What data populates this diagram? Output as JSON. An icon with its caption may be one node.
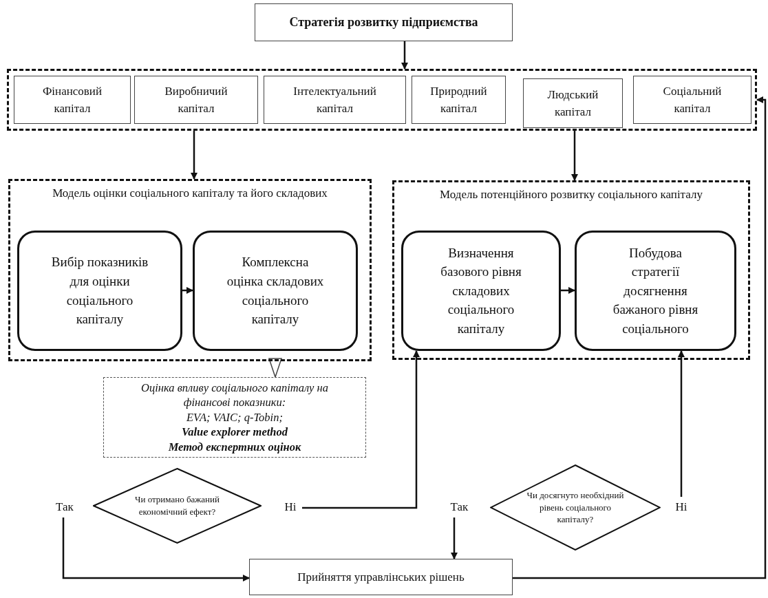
{
  "diagram": {
    "nodes": [
      {
        "text": [
          "Стратегія розвитку підприємства"
        ]
      },
      {
        "text": [],
        "shape": "box"
      },
      {
        "text": [
          "Фінансовий капітал"
        ],
        "in": 1
      },
      {
        "text": [
          "Виробничий капітал"
        ],
        "in": 1
      },
      {
        "text": [
          "Інтелектуальний капітал"
        ],
        "in": 1
      },
      {
        "text": [
          "Природний капітал"
        ],
        "in": 1
      },
      {
        "text": [
          "Людський капітал"
        ],
        "in": 1
      },
      {
        "text": [
          "Соціальний капітал"
        ],
        "in": 1
      },
      {
        "text": [
          "Модель оцінки соціального капіталу та його складових"
        ]
      },
      {
        "text": [
          "Вибір показників для оцінки соціального капіталу"
        ],
        "in": 8
      },
      {
        "text": [
          "Комплексна оцінка складових соціального капіталу"
        ],
        "in": 8
      },
      {
        "text": [
          "Модель потенційного розвитку соціального капіталу"
        ]
      },
      {
        "text": [
          "Визначення базового рівня складових соціального капіталу"
        ],
        "in": 11
      },
      {
        "text": [
          "Побудова стратегії досягнення бажаного рівня соціального"
        ],
        "in": 11
      },
      {
        "text": [
          "Оцінка впливу соціального капіталу на фінансові показники:",
          "EVA; VAIC; q-Tobin;",
          "Value explorer method",
          "Метод експертних оцінок"
        ]
      },
      {
        "text": [
          "Чи отримано бажаний економічний ефект?"
        ]
      },
      {
        "text": [
          "Чи досягнуто необхідний рівень соціального капіталу?"
        ]
      },
      {
        "text": [
          "Прийняття управлінських рішень"
        ]
      },
      {
        "text": [
          "Так"
        ]
      },
      {
        "text": [
          "Ні"
        ]
      },
      {
        "text": [
          "Так"
        ]
      },
      {
        "text": [
          "Ні"
        ]
      }
    ],
    "edges": [
      {
        "from": 0,
        "to": 1,
        "arrow": "to"
      },
      {
        "from": 1,
        "to": 8,
        "arrow": "to"
      },
      {
        "from": 1,
        "to": 11,
        "arrow": "to"
      },
      {
        "from": 9,
        "to": 10,
        "arrow": "to"
      },
      {
        "from": 12,
        "to": 13,
        "arrow": "to"
      },
      {
        "from": 8,
        "to": 14,
        "arrow": "to"
      },
      {
        "from": 19,
        "to": 12,
        "arrow": "to"
      },
      {
        "from": 21,
        "to": 13,
        "arrow": "to"
      },
      {
        "from": 18,
        "to": 17,
        "arrow": "to"
      },
      {
        "from": 20,
        "to": 17,
        "arrow": "to"
      },
      {
        "from": 17,
        "to": 1,
        "arrow": "to"
      }
    ]
  }
}
